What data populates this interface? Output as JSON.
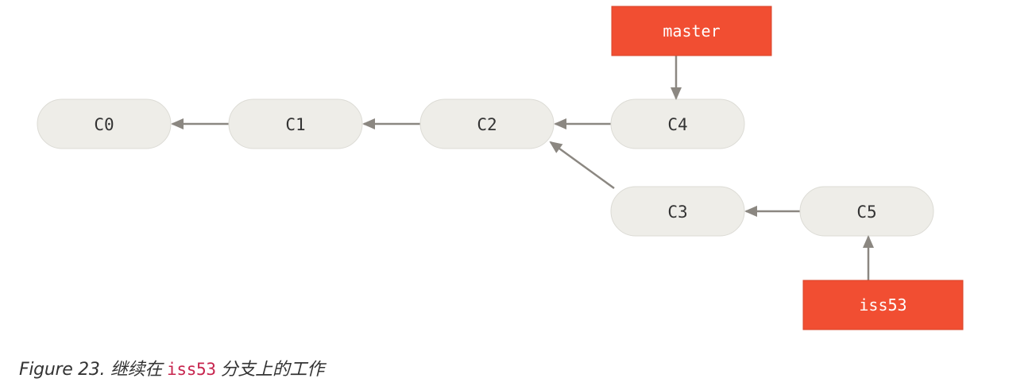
{
  "commits": [
    {
      "id": "c0",
      "label": "C0"
    },
    {
      "id": "c1",
      "label": "C1"
    },
    {
      "id": "c2",
      "label": "C2"
    },
    {
      "id": "c4",
      "label": "C4"
    },
    {
      "id": "c3",
      "label": "C3"
    },
    {
      "id": "c5",
      "label": "C5"
    }
  ],
  "edges": [
    {
      "from": "c1",
      "to": "c0"
    },
    {
      "from": "c2",
      "to": "c1"
    },
    {
      "from": "c4",
      "to": "c2"
    },
    {
      "from": "c3",
      "to": "c2"
    },
    {
      "from": "c5",
      "to": "c3"
    }
  ],
  "branches": [
    {
      "id": "master",
      "label": "master",
      "points_to": "c4"
    },
    {
      "id": "iss53",
      "label": "iss53",
      "points_to": "c5"
    }
  ],
  "caption": {
    "prefix": "Figure 23. 继续在",
    "code": "iss53",
    "suffix": "分支上的工作"
  },
  "colors": {
    "commit_fill": "#eeede8",
    "commit_stroke": "#dcdbd5",
    "branch_fill": "#f14e32",
    "branch_text": "#ffffff",
    "arrow": "#8b8781",
    "commit_text": "#333333"
  }
}
